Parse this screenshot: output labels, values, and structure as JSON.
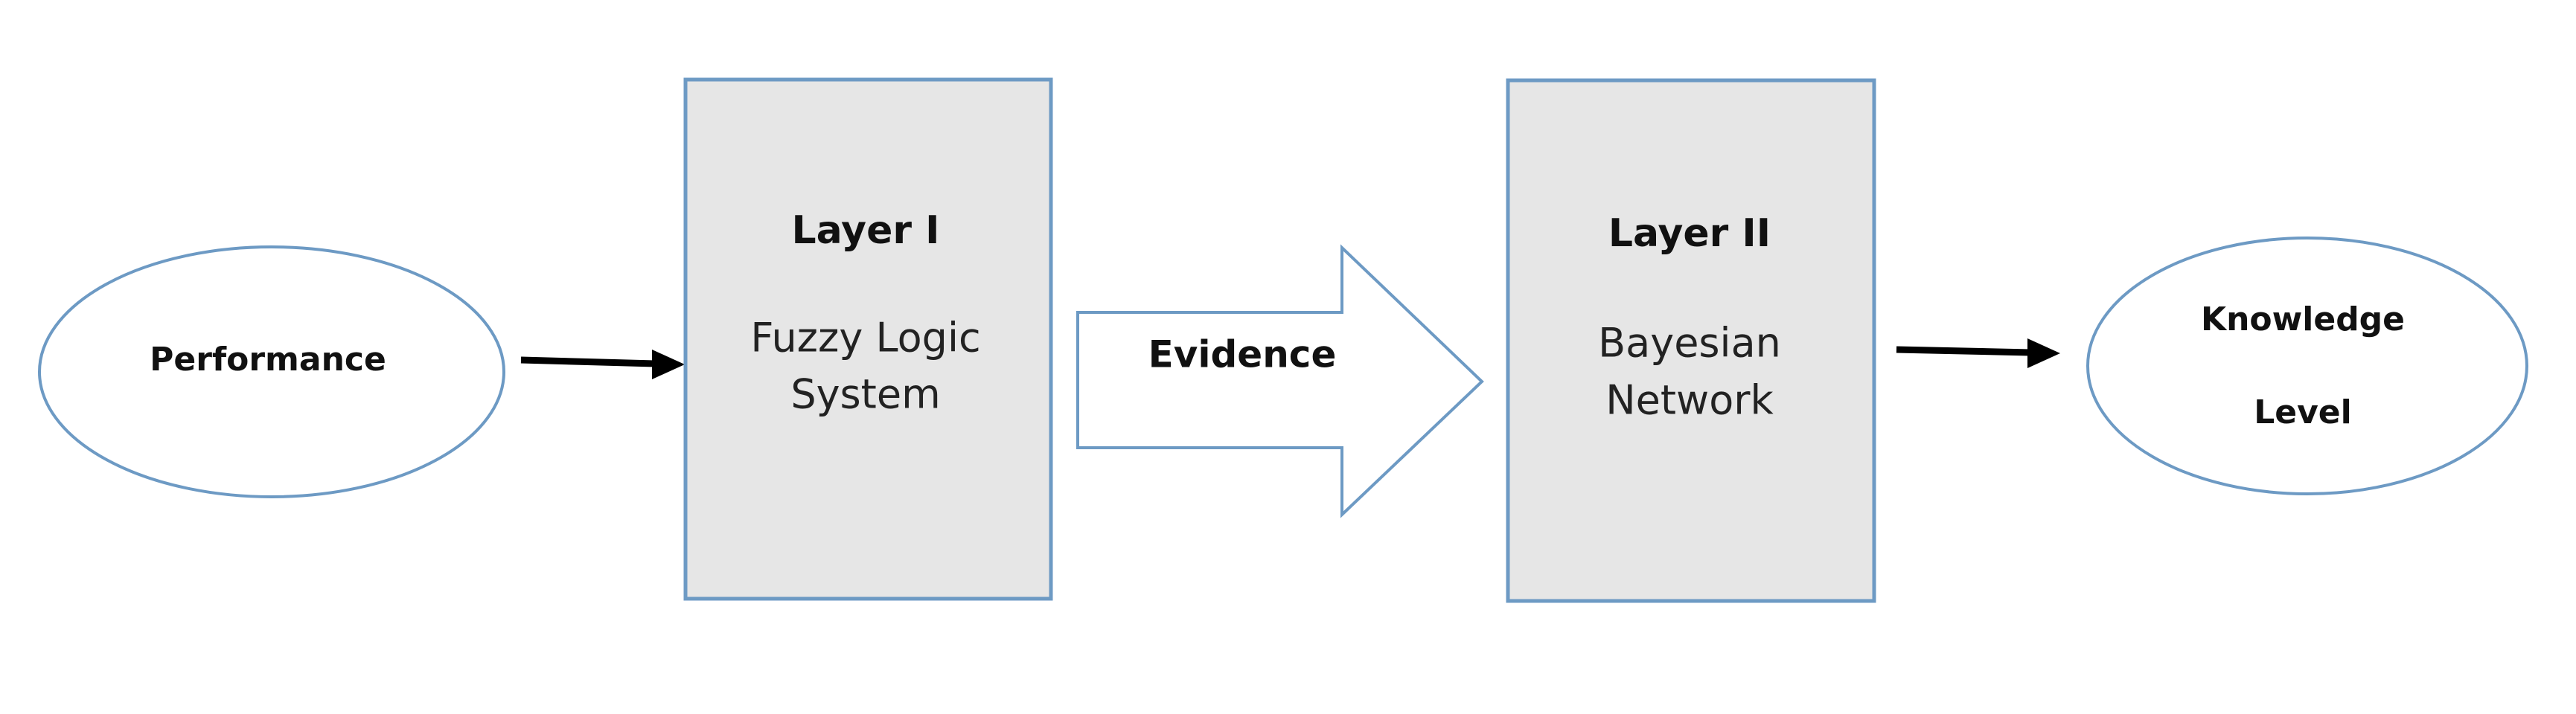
{
  "diagram": {
    "input_node": {
      "label": "Performance"
    },
    "layer_one": {
      "title": "Layer I",
      "lines": [
        "Fuzzy Logic",
        "System"
      ]
    },
    "evidence_arrow": {
      "label": "Evidence"
    },
    "layer_two": {
      "title": "Layer II",
      "lines": [
        "Bayesian",
        "Network"
      ]
    },
    "output_node": {
      "lines": [
        "Knowledge",
        "Level"
      ]
    }
  },
  "colors": {
    "outline": "#6d9ac4",
    "box_fill": "#e6e6e6",
    "arrow": "#000000"
  }
}
